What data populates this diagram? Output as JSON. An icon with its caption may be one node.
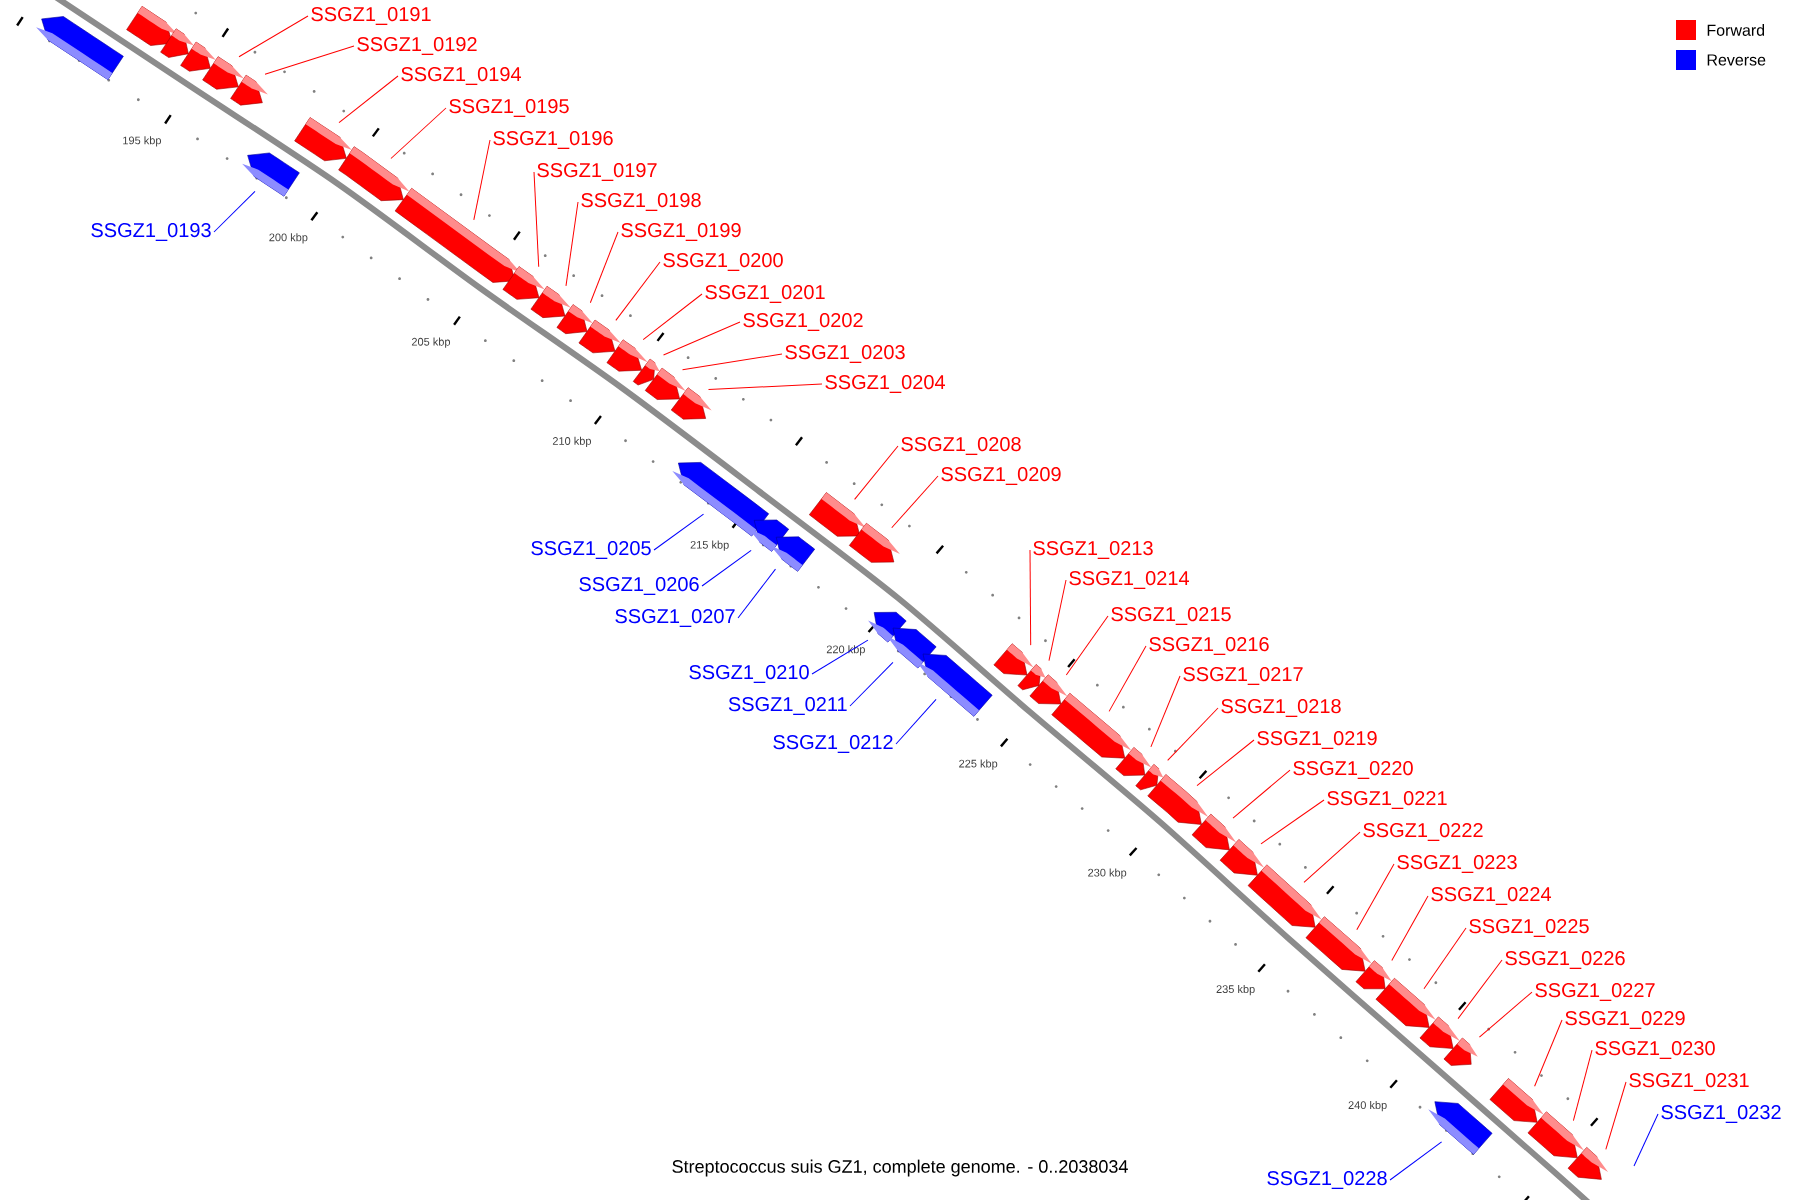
{
  "diagram": {
    "caption": "Streptococcus suis GZ1, complete genome. - 0..2038034",
    "nodes": [
      {
        "text": [
          "SSGZ1_0191"
        ]
      },
      {
        "text": [
          "SSGZ1_0192"
        ]
      },
      {
        "text": [
          "SSGZ1_0193"
        ]
      },
      {
        "text": [
          "SSGZ1_0194"
        ]
      },
      {
        "text": [
          "SSGZ1_0195"
        ]
      },
      {
        "text": [
          "SSGZ1_0196"
        ]
      },
      {
        "text": [
          "SSGZ1_0197"
        ]
      },
      {
        "text": [
          "SSGZ1_0198"
        ]
      },
      {
        "text": [
          "SSGZ1_0199"
        ]
      },
      {
        "text": [
          "SSGZ1_0200"
        ]
      },
      {
        "text": [
          "SSGZ1_0201"
        ]
      },
      {
        "text": [
          "SSGZ1_0202"
        ]
      },
      {
        "text": [
          "SSGZ1_0203"
        ]
      },
      {
        "text": [
          "SSGZ1_0204"
        ]
      },
      {
        "text": [
          "SSGZ1_0205"
        ]
      },
      {
        "text": [
          "SSGZ1_0206"
        ]
      },
      {
        "text": [
          "SSGZ1_0207"
        ]
      },
      {
        "text": [
          "SSGZ1_0208"
        ]
      },
      {
        "text": [
          "SSGZ1_0209"
        ]
      },
      {
        "text": [
          "SSGZ1_0210"
        ]
      },
      {
        "text": [
          "SSGZ1_0211"
        ]
      },
      {
        "text": [
          "SSGZ1_0212"
        ]
      },
      {
        "text": [
          "SSGZ1_0213"
        ]
      },
      {
        "text": [
          "SSGZ1_0214"
        ]
      },
      {
        "text": [
          "SSGZ1_0215"
        ]
      },
      {
        "text": [
          "SSGZ1_0216"
        ]
      },
      {
        "text": [
          "SSGZ1_0217"
        ]
      },
      {
        "text": [
          "SSGZ1_0218"
        ]
      },
      {
        "text": [
          "SSGZ1_0219"
        ]
      },
      {
        "text": [
          "SSGZ1_0220"
        ]
      },
      {
        "text": [
          "SSGZ1_0221"
        ]
      },
      {
        "text": [
          "SSGZ1_0222"
        ]
      },
      {
        "text": [
          "SSGZ1_0223"
        ]
      },
      {
        "text": [
          "SSGZ1_0224"
        ]
      },
      {
        "text": [
          "SSGZ1_0225"
        ]
      },
      {
        "text": [
          "SSGZ1_0226"
        ]
      },
      {
        "text": [
          "SSGZ1_0227"
        ]
      },
      {
        "text": [
          "SSGZ1_0228"
        ]
      },
      {
        "text": [
          "SSGZ1_0229"
        ]
      },
      {
        "text": [
          "SSGZ1_0230"
        ]
      },
      {
        "text": [
          "SSGZ1_0231"
        ]
      },
      {
        "text": [
          "SSGZ1_0232"
        ]
      },
      {
        "text": [],
        "shape": "arrow"
      },
      {
        "text": [],
        "shape": "arrow"
      },
      {
        "text": [],
        "shape": "arrow"
      },
      {
        "text": [],
        "shape": "arrow"
      },
      {
        "text": [],
        "shape": "arrow"
      },
      {
        "text": [],
        "shape": "arrow"
      },
      {
        "text": [],
        "shape": "arrow"
      },
      {
        "text": [],
        "shape": "arrow"
      },
      {
        "text": [],
        "shape": "arrow"
      },
      {
        "text": [],
        "shape": "arrow"
      },
      {
        "text": [],
        "shape": "arrow"
      },
      {
        "text": [],
        "shape": "arrow"
      },
      {
        "text": [],
        "shape": "arrow"
      },
      {
        "text": [],
        "shape": "arrow"
      },
      {
        "text": [],
        "shape": "arrow"
      },
      {
        "text": [],
        "shape": "arrow"
      },
      {
        "text": [],
        "shape": "arrow"
      },
      {
        "text": [],
        "shape": "arrow"
      },
      {
        "text": [],
        "shape": "arrow"
      },
      {
        "text": [],
        "shape": "arrow"
      },
      {
        "text": [],
        "shape": "arrow"
      },
      {
        "text": [],
        "shape": "arrow"
      },
      {
        "text": [],
        "shape": "arrow"
      },
      {
        "text": [],
        "shape": "arrow"
      },
      {
        "text": [],
        "shape": "arrow"
      },
      {
        "text": [],
        "shape": "arrow"
      },
      {
        "text": [],
        "shape": "arrow"
      },
      {
        "text": [],
        "shape": "arrow"
      },
      {
        "text": [],
        "shape": "arrow"
      },
      {
        "text": [],
        "shape": "arrow"
      },
      {
        "text": [],
        "shape": "arrow"
      },
      {
        "text": [],
        "shape": "arrow"
      },
      {
        "text": [],
        "shape": "arrow"
      },
      {
        "text": [],
        "shape": "arrow"
      },
      {
        "text": [],
        "shape": "arrow"
      },
      {
        "text": [],
        "shape": "arrow"
      },
      {
        "text": [],
        "shape": "arrow"
      },
      {
        "text": [],
        "shape": "arrow"
      },
      {
        "text": [],
        "shape": "arrow"
      },
      {
        "text": [],
        "shape": "arrow"
      },
      {
        "text": [],
        "shape": "arrow"
      },
      {
        "text": [],
        "shape": "arrow"
      },
      {
        "text": [],
        "shape": "arrow"
      },
      {
        "text": [],
        "shape": "arrow"
      },
      {
        "text": [],
        "shape": "arrow"
      }
    ],
    "edges": [
      {
        "from": 0,
        "to": 46,
        "arrow": "none"
      },
      {
        "from": 1,
        "to": 47,
        "arrow": "none"
      },
      {
        "from": 2,
        "to": 48,
        "arrow": "none",
        "color": "#0000ff"
      },
      {
        "from": 3,
        "to": 49,
        "arrow": "none"
      },
      {
        "from": 4,
        "to": 50,
        "arrow": "none"
      },
      {
        "from": 5,
        "to": 51,
        "arrow": "none"
      },
      {
        "from": 6,
        "to": 52,
        "arrow": "none"
      },
      {
        "from": 7,
        "to": 53,
        "arrow": "none"
      },
      {
        "from": 8,
        "to": 54,
        "arrow": "none"
      },
      {
        "from": 9,
        "to": 55,
        "arrow": "none"
      },
      {
        "from": 10,
        "to": 56,
        "arrow": "none"
      },
      {
        "from": 11,
        "to": 57,
        "arrow": "none"
      },
      {
        "from": 12,
        "to": 58,
        "arrow": "none"
      },
      {
        "from": 13,
        "to": 59,
        "arrow": "none"
      },
      {
        "from": 14,
        "to": 60,
        "arrow": "none",
        "color": "#0000ff"
      },
      {
        "from": 15,
        "to": 61,
        "arrow": "none",
        "color": "#0000ff"
      },
      {
        "from": 16,
        "to": 62,
        "arrow": "none",
        "color": "#0000ff"
      },
      {
        "from": 17,
        "to": 63,
        "arrow": "none"
      },
      {
        "from": 18,
        "to": 64,
        "arrow": "none"
      },
      {
        "from": 19,
        "to": 65,
        "arrow": "none",
        "color": "#0000ff"
      },
      {
        "from": 20,
        "to": 66,
        "arrow": "none",
        "color": "#0000ff"
      },
      {
        "from": 21,
        "to": 67,
        "arrow": "none",
        "color": "#0000ff"
      },
      {
        "from": 22,
        "to": 68,
        "arrow": "none"
      },
      {
        "from": 23,
        "to": 69,
        "arrow": "none"
      },
      {
        "from": 24,
        "to": 70,
        "arrow": "none"
      },
      {
        "from": 25,
        "to": 71,
        "arrow": "none"
      },
      {
        "from": 26,
        "to": 72,
        "arrow": "none"
      },
      {
        "from": 27,
        "to": 73,
        "arrow": "none"
      },
      {
        "from": 28,
        "to": 74,
        "arrow": "none"
      },
      {
        "from": 29,
        "to": 75,
        "arrow": "none"
      },
      {
        "from": 30,
        "to": 76,
        "arrow": "none"
      },
      {
        "from": 31,
        "to": 77,
        "arrow": "none"
      },
      {
        "from": 32,
        "to": 78,
        "arrow": "none"
      },
      {
        "from": 33,
        "to": 79,
        "arrow": "none"
      },
      {
        "from": 34,
        "to": 80,
        "arrow": "none"
      },
      {
        "from": 35,
        "to": 81,
        "arrow": "none"
      },
      {
        "from": 36,
        "to": 82,
        "arrow": "none"
      },
      {
        "from": 37,
        "to": 83,
        "arrow": "none",
        "color": "#0000ff"
      },
      {
        "from": 38,
        "to": 84,
        "arrow": "none"
      },
      {
        "from": 39,
        "to": 85,
        "arrow": "none"
      },
      {
        "from": 40,
        "to": 86,
        "arrow": "none"
      },
      {
        "from": 41,
        "to": null,
        "arrow": "none",
        "color": "#0000ff"
      }
    ],
    "labels": [
      "195 kbp",
      "200 kbp",
      "205 kbp",
      "210 kbp",
      "215 kbp",
      "220 kbp",
      "225 kbp",
      "230 kbp",
      "235 kbp",
      "240 kbp"
    ],
    "legend": [
      {
        "text": "Forward",
        "color": "#ff0000"
      },
      {
        "text": "Reverse",
        "color": "#0000ff"
      }
    ]
  }
}
